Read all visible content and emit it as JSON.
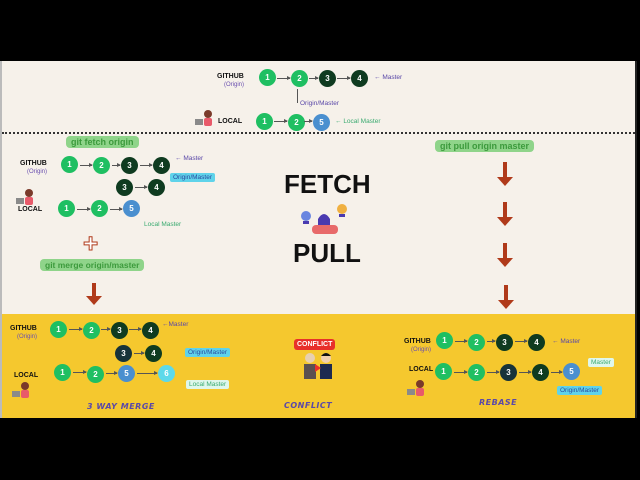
{
  "top": {
    "github_label": "GITHUB",
    "origin_label": "(Origin)",
    "local_label": "LOCAL",
    "github_nodes": [
      "1",
      "2",
      "3",
      "4"
    ],
    "local_nodes": [
      "1",
      "2",
      "5"
    ],
    "master_label": "Master",
    "origin_master_label": "Origin/Master",
    "local_master_label": "Local Master"
  },
  "fetch": {
    "command": "git fetch origin",
    "github_label": "GITHUB",
    "origin_label": "(Origin)",
    "local_label": "LOCAL",
    "github_nodes": [
      "1",
      "2",
      "3",
      "4"
    ],
    "branch_nodes": [
      "3",
      "4"
    ],
    "local_nodes": [
      "1",
      "2",
      "5"
    ],
    "master_label": "Master",
    "origin_master_label": "Origin/Master",
    "local_master_label": "Local Master",
    "merge_command": "git merge origin/master"
  },
  "center": {
    "title_top": "FETCH",
    "title_bottom": "PULL"
  },
  "pull": {
    "command": "git pull origin master"
  },
  "merge": {
    "github_label": "GITHUB",
    "origin_label": "(Origin)",
    "local_label": "LOCAL",
    "github_nodes": [
      "1",
      "2",
      "3",
      "4"
    ],
    "branch_nodes": [
      "3",
      "4"
    ],
    "local_nodes": [
      "1",
      "2",
      "5",
      "6"
    ],
    "master_label": "Master",
    "origin_master_label": "Origin/Master",
    "local_master_label": "Local Master",
    "caption": "3 WAY MERGE"
  },
  "conflict": {
    "badge": "CONFLICT",
    "caption": "CONFLICT"
  },
  "rebase": {
    "github_label": "GITHUB",
    "origin_label": "(Origin)",
    "local_label": "LOCAL",
    "github_nodes": [
      "1",
      "2",
      "3",
      "4"
    ],
    "local_nodes": [
      "1",
      "2",
      "3",
      "4",
      "5"
    ],
    "master_label": "Master",
    "local_master_label": "Master",
    "origin_master_label": "Origin/Master",
    "caption": "REBASE"
  },
  "colors": {
    "background": "#f6f1ea",
    "yellow_band": "#f5c82e",
    "commit_green": "#1fbf62",
    "commit_dark": "#0f3b20",
    "commit_blue": "#4a8fcf",
    "commit_cyan": "#5dd9ea",
    "command_bg": "#8fd48a",
    "arrow_red": "#b03a1a"
  }
}
